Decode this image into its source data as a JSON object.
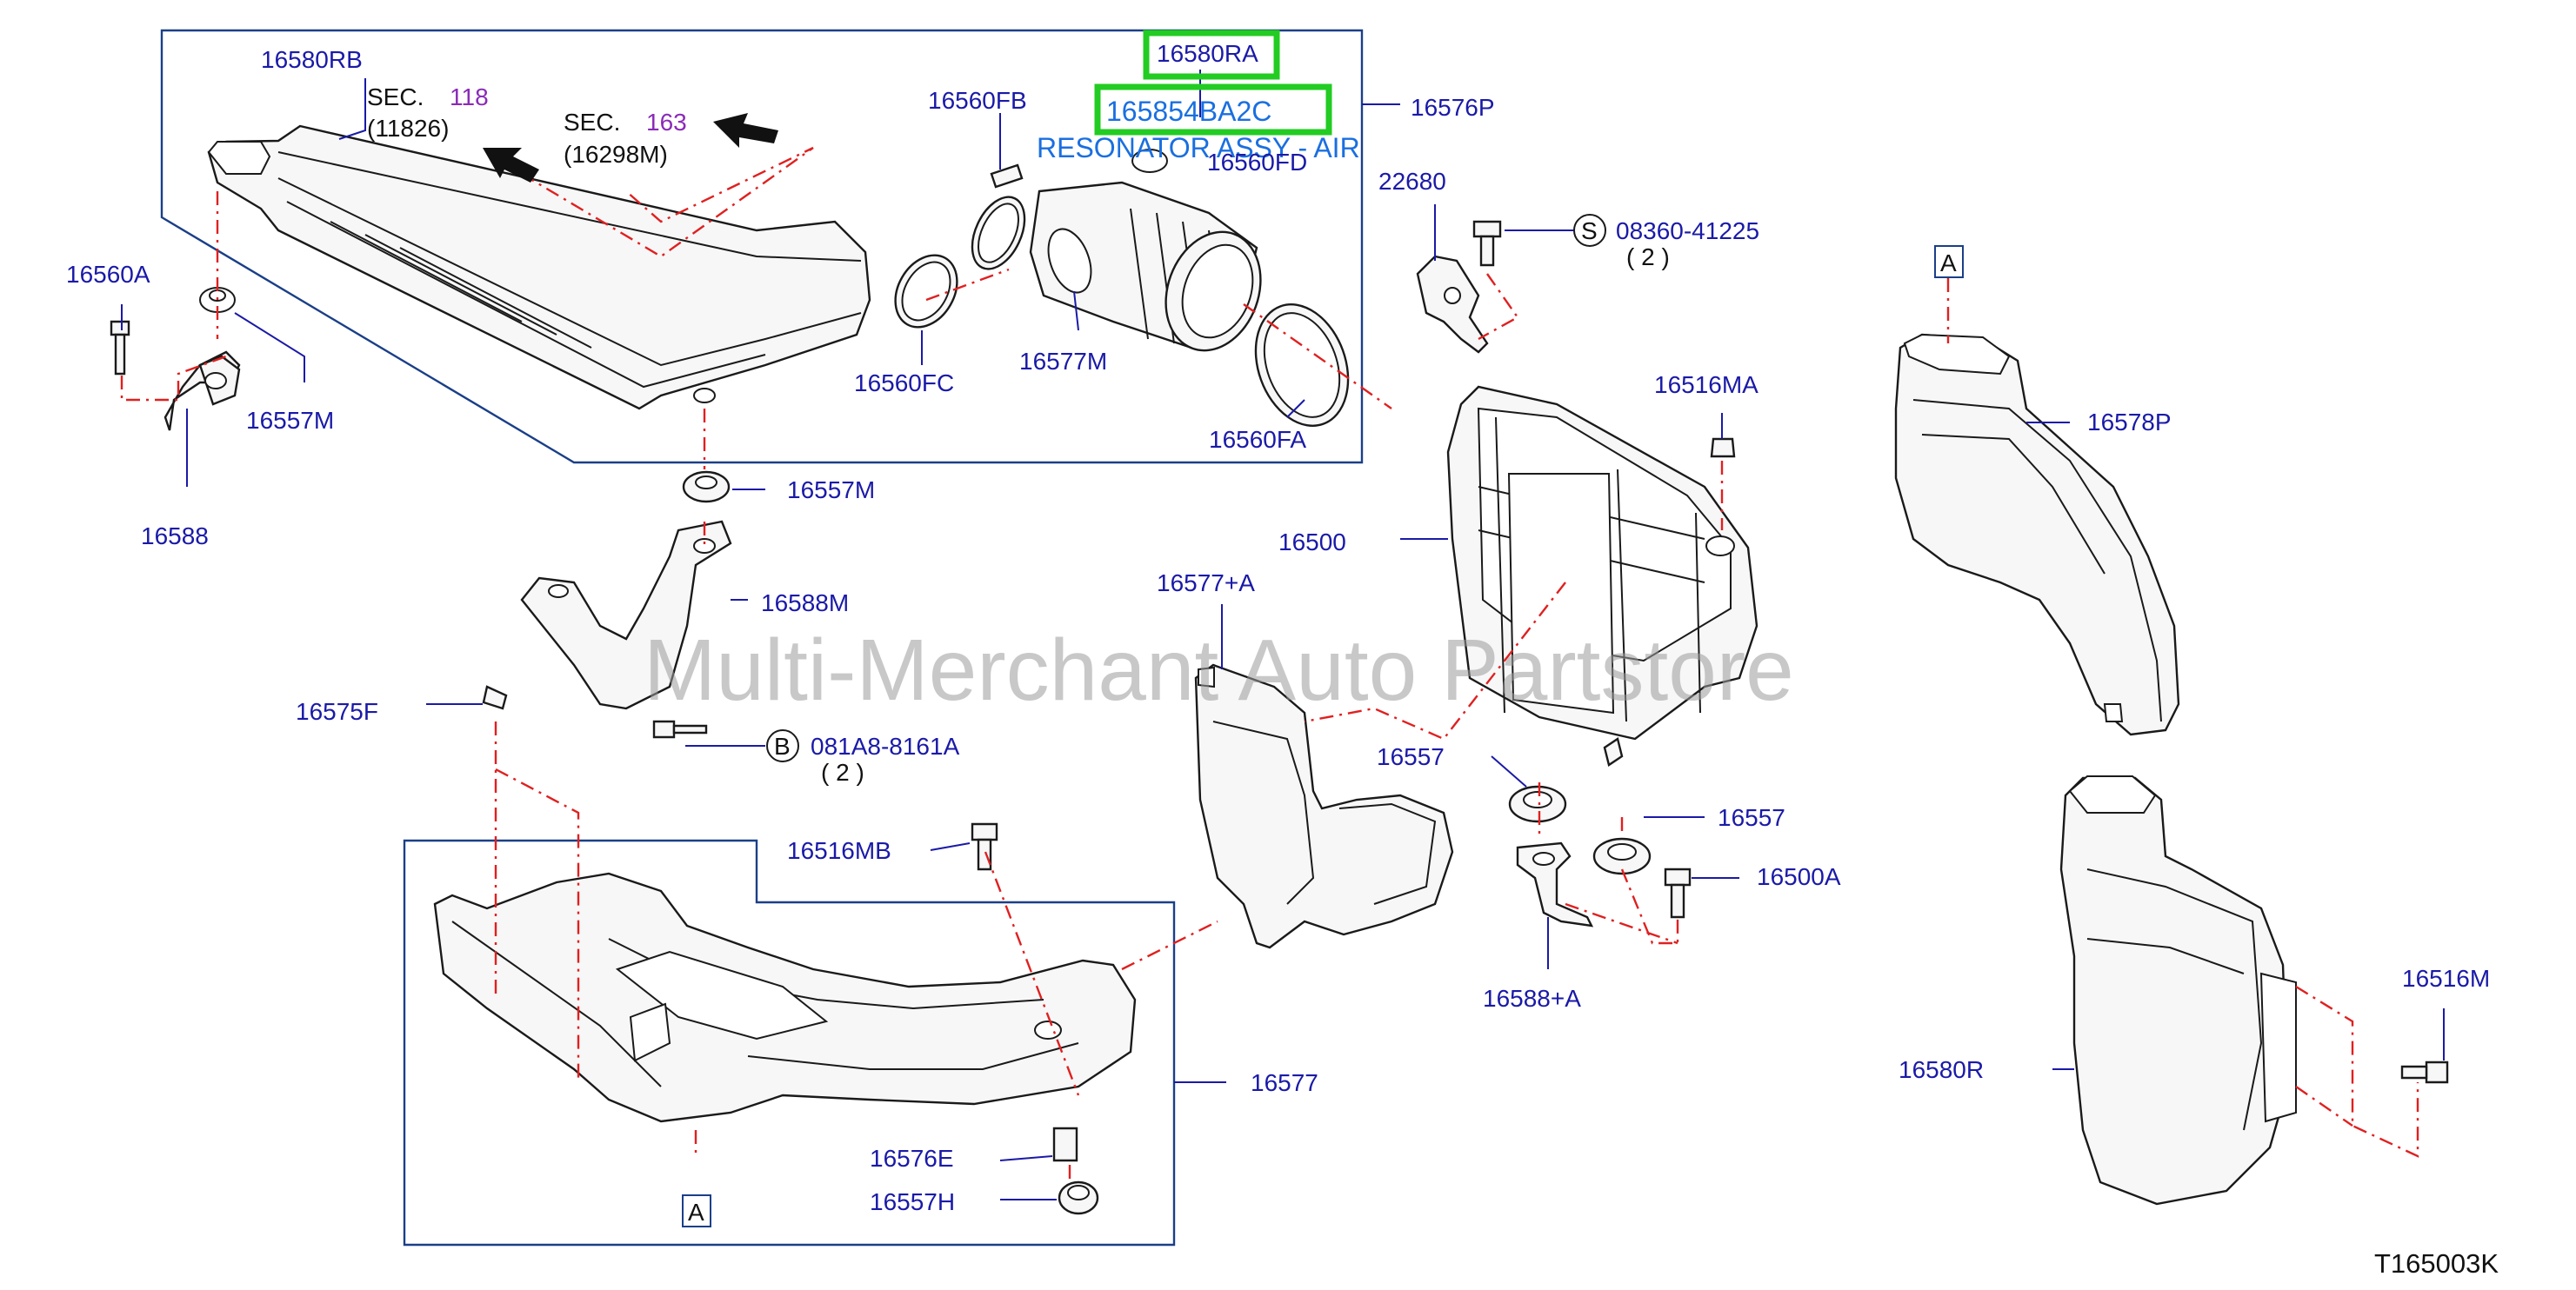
{
  "colors": {
    "part_number": "#1a1aa8",
    "section_number": "#8a2bb8",
    "centerline": "#e02020",
    "frame": "#1a3f88",
    "highlight": "#22cc22",
    "highlight_text": "#1a6fe0",
    "watermark": "#9a9a9a"
  },
  "watermark": "Multi-Merchant Auto Partstore",
  "diagram_code": "T165003K",
  "highlight": {
    "part_number": "165854BA2C",
    "description": "RESONATOR ASSY - AIR",
    "ref_label": "16580RA"
  },
  "sections": [
    {
      "label": "SEC.",
      "number": "118",
      "sub": "(11826)"
    },
    {
      "label": "SEC.",
      "number": "163",
      "sub": "(16298M)"
    }
  ],
  "callouts": [
    {
      "letter": "S",
      "number": "08360-41225",
      "qty": "( 2 )"
    },
    {
      "letter": "B",
      "number": "081A8-8161A",
      "qty": "( 2 )"
    }
  ],
  "ref_boxes": [
    "A",
    "A"
  ],
  "labels": {
    "p16580RB": "16580RB",
    "p16576P": "16576P",
    "p16560FB": "16560FB",
    "p16560FD": "16560FD",
    "p16560A": "16560A",
    "p16557M_a": "16557M",
    "p16588": "16588",
    "p16560FC": "16560FC",
    "p16577M": "16577M",
    "p16560FA": "16560FA",
    "p22680": "22680",
    "p16516MA": "16516MA",
    "p16578P": "16578P",
    "p16500": "16500",
    "p16557M_b": "16557M",
    "p16588M": "16588M",
    "p16577A": "16577+A",
    "p16575F": "16575F",
    "p16557_a": "16557",
    "p16557_b": "16557",
    "p16500A": "16500A",
    "p16516MB": "16516MB",
    "p16588A": "16588+A",
    "p16577": "16577",
    "p16576E": "16576E",
    "p16557H": "16557H",
    "p16516M": "16516M",
    "p16580R": "16580R"
  }
}
